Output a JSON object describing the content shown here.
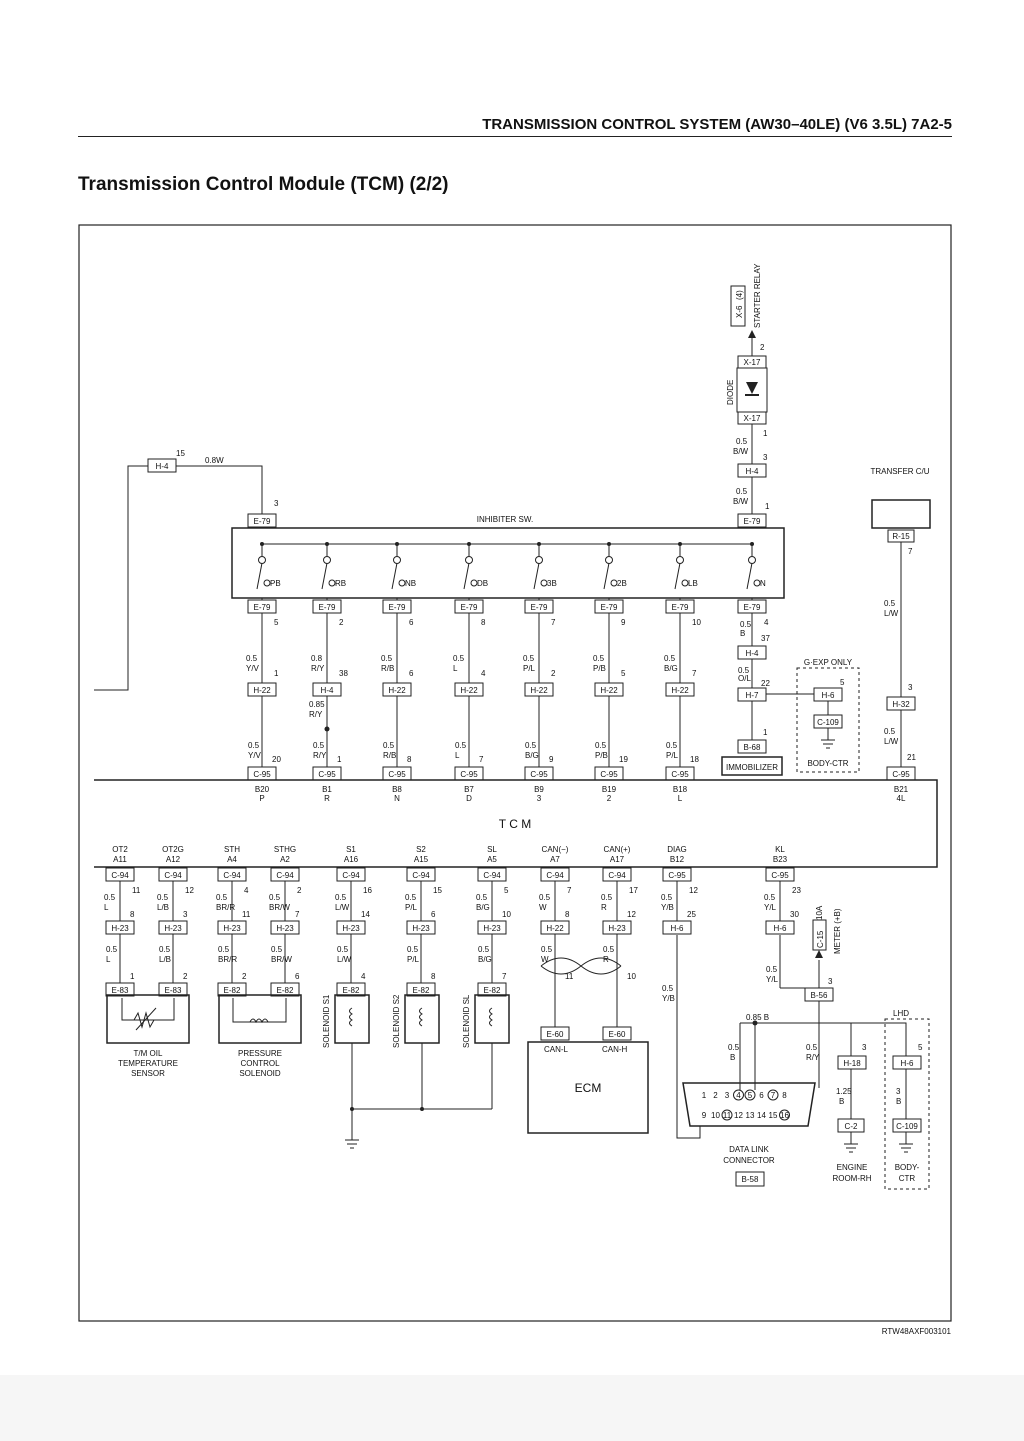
{
  "header": {
    "section": "TRANSMISSION CONTROL SYSTEM (AW30–40LE) (V6 3.5L)  7A2-5"
  },
  "title": "Transmission Control Module (TCM) (2/2)",
  "figure_id": "RTW48AXF003101",
  "labels": {
    "inhibiter": "INHIBITER SW.",
    "tcm": "T C M",
    "transfer_cu": "TRANSFER C/U",
    "diode": "DIODE",
    "starter_relay": "STARTER RELAY",
    "g_exp_only": "G·EXP ONLY",
    "body_ctr": "BODY-CTR",
    "immobilizer": "IMMOBILIZER",
    "ecm": "ECM",
    "can_l": "CAN-L",
    "can_h": "CAN-H",
    "data_link": "DATA LINK",
    "connector": "CONNECTOR",
    "engine": "ENGINE",
    "room_rh": "ROOM-RH",
    "body_dash": "BODY-",
    "ctr": "CTR",
    "lhd": "LHD",
    "meter": "METER (+B)",
    "fuse": "10A",
    "wire_08w": "0.8W",
    "sol_s1": "SOLENOID S1",
    "sol_s2": "SOLENOID S2",
    "sol_sl": "SOLENOID SL"
  },
  "top_connectors": {
    "x6": "X-6",
    "x6_pin": "(4)",
    "x17": "X-17",
    "h4": "H-4",
    "e79": "E-79",
    "r15": "R-15",
    "h7": "H-7",
    "h6": "H-6",
    "c109": "C-109",
    "b68": "B-68",
    "h32": "H-32",
    "c95": "C-95"
  },
  "inhibiter_positions": [
    "PB",
    "RB",
    "NB",
    "DB",
    "3B",
    "2B",
    "LB",
    "N"
  ],
  "inhibiter_pins": [
    "5",
    "2",
    "6",
    "8",
    "7",
    "9",
    "10",
    "4"
  ],
  "upper_wires": [
    {
      "w1": "0.5",
      "c1": "Y/V",
      "p1": "1",
      "conn": "H-22",
      "w2": "0.5",
      "c2": "Y/V",
      "p2": "20",
      "tcm_pin": "B20",
      "func": "P"
    },
    {
      "w1": "0.8",
      "c1": "R/Y",
      "p1": "38",
      "conn": "H-4",
      "w2": "0.5",
      "c2": "R/Y",
      "p2": "1",
      "tcm_pin": "B1",
      "func": "R"
    },
    {
      "w1": "0.5",
      "c1": "R/B",
      "p1": "6",
      "conn": "H-22",
      "w2": "0.5",
      "c2": "R/B",
      "p2": "8",
      "tcm_pin": "B8",
      "func": "N"
    },
    {
      "w1": "0.5",
      "c1": "L",
      "p1": "4",
      "conn": "H-22",
      "w2": "0.5",
      "c2": "L",
      "p2": "7",
      "tcm_pin": "B7",
      "func": "D"
    },
    {
      "w1": "0.5",
      "c1": "P/L",
      "p1": "2",
      "conn": "H-22",
      "w2": "0.5",
      "c2": "B/G",
      "p2": "9",
      "tcm_pin": "B9",
      "func": "3"
    },
    {
      "w1": "0.5",
      "c1": "P/B",
      "p1": "5",
      "conn": "H-22",
      "w2": "0.5",
      "c2": "P/B",
      "p2": "19",
      "tcm_pin": "B19",
      "func": "2"
    },
    {
      "w1": "0.5",
      "c1": "B/G",
      "p1": "7",
      "conn": "H-22",
      "w2": "0.5",
      "c2": "P/L",
      "p2": "18",
      "tcm_pin": "B18",
      "func": "L"
    }
  ],
  "transfer_wire": {
    "w1": "0.5",
    "c1": "L/W",
    "p_top": "7",
    "p_h32": "3",
    "w2": "0.5",
    "c2": "L/W",
    "p2": "21",
    "tcm_pin": "B21",
    "func": "4L"
  },
  "immob_chain": {
    "w_h4": "0.5",
    "c_h4": "B",
    "p_h4": "37",
    "w_h7": "0.5",
    "c_h7": "O/L",
    "p_h7": "22",
    "p_b68": "1",
    "p_h6": "5",
    "w_top": "0.5",
    "c_top": "B/W",
    "p_x17": "1",
    "p_h4top": "3",
    "p_e79": "1",
    "p_x17top": "2"
  },
  "top_left": {
    "h4_pin": "15",
    "e79_pin": "3"
  },
  "mid_extra": {
    "w": "0.85",
    "c": "R/Y"
  },
  "lower_cols": [
    {
      "func": "OT2",
      "pin": "A11",
      "conn": "C-94",
      "p1": "11",
      "w1": "0.5",
      "c1": "L",
      "h": "H-23",
      "p2": "8",
      "w2": "0.5",
      "c2": "L",
      "e": "E-83",
      "p3": "1"
    },
    {
      "func": "OT2G",
      "pin": "A12",
      "conn": "C-94",
      "p1": "12",
      "w1": "0.5",
      "c1": "L/B",
      "h": "H-23",
      "p2": "3",
      "w2": "0.5",
      "c2": "L/B",
      "e": "E-83",
      "p3": "2"
    },
    {
      "func": "STH",
      "pin": "A4",
      "conn": "C-94",
      "p1": "4",
      "w1": "0.5",
      "c1": "BR/R",
      "h": "H-23",
      "p2": "11",
      "w2": "0.5",
      "c2": "BR/R",
      "e": "E-82",
      "p3": "2"
    },
    {
      "func": "STHG",
      "pin": "A2",
      "conn": "C-94",
      "p1": "2",
      "w1": "0.5",
      "c1": "BR/W",
      "h": "H-23",
      "p2": "7",
      "w2": "0.5",
      "c2": "BR/W",
      "e": "E-82",
      "p3": "6"
    },
    {
      "func": "S1",
      "pin": "A16",
      "conn": "C-94",
      "p1": "16",
      "w1": "0.5",
      "c1": "L/W",
      "h": "H-23",
      "p2": "14",
      "w2": "0.5",
      "c2": "L/W",
      "e": "E-82",
      "p3": "4"
    },
    {
      "func": "S2",
      "pin": "A15",
      "conn": "C-94",
      "p1": "15",
      "w1": "0.5",
      "c1": "P/L",
      "h": "H-23",
      "p2": "6",
      "w2": "0.5",
      "c2": "P/L",
      "e": "E-82",
      "p3": "8"
    },
    {
      "func": "SL",
      "pin": "A5",
      "conn": "C-94",
      "p1": "5",
      "w1": "0.5",
      "c1": "B/G",
      "h": "H-23",
      "p2": "10",
      "w2": "0.5",
      "c2": "B/G",
      "e": "E-82",
      "p3": "7"
    },
    {
      "func": "CAN(−)",
      "pin": "A7",
      "conn": "C-94",
      "p1": "7",
      "w1": "0.5",
      "c1": "W",
      "h": "H-22",
      "p2": "8",
      "w2": "0.5",
      "c2": "W",
      "e": "E-60",
      "p3": "11"
    },
    {
      "func": "CAN(+)",
      "pin": "A17",
      "conn": "C-94",
      "p1": "17",
      "w1": "0.5",
      "c1": "R",
      "h": "H-23",
      "p2": "12",
      "w2": "0.5",
      "c2": "R",
      "e": "E-60",
      "p3": "10"
    },
    {
      "func": "DIAG",
      "pin": "B12",
      "conn": "C-95",
      "p1": "12",
      "w1": "0.5",
      "c1": "Y/B",
      "h": "H-6",
      "p2": "25",
      "w2": "0.5",
      "c2": "Y/B",
      "e": "",
      "p3": ""
    },
    {
      "func": "KL",
      "pin": "B23",
      "conn": "C-95",
      "p1": "23",
      "w1": "0.5",
      "c1": "Y/L",
      "h": "H-6",
      "p2": "30",
      "w2": "0.5",
      "c2": "Y/L",
      "e": "",
      "p3": ""
    }
  ],
  "sensors": {
    "tm_oil_1": "T/M OIL",
    "tm_oil_2": "TEMPERATURE",
    "tm_oil_3": "SENSOR",
    "pcs_1": "PRESSURE",
    "pcs_2": "CONTROL",
    "pcs_3": "SOLENOID"
  },
  "dlc": {
    "top_pins": [
      "1",
      "2",
      "3",
      "4",
      "5",
      "6",
      "7",
      "8"
    ],
    "bottom_pins": [
      "9",
      "10",
      "11",
      "12",
      "13",
      "14",
      "15",
      "16"
    ],
    "conn": "B-58",
    "c15": "C-15",
    "b56": "B-56",
    "b56_pin": "3",
    "w_085": "0.85 B",
    "w_05b": "0.5",
    "c_05b": "B",
    "w_05ry": "0.5",
    "c_05ry": "R/Y",
    "h18": "H-18",
    "h18_pin": "3",
    "w_125": "1.25",
    "c_125": "B",
    "c2": "C-2",
    "h6": "H-6",
    "h6_pin": "5",
    "w_3": "3",
    "c_3": "B",
    "c109": "C-109"
  }
}
